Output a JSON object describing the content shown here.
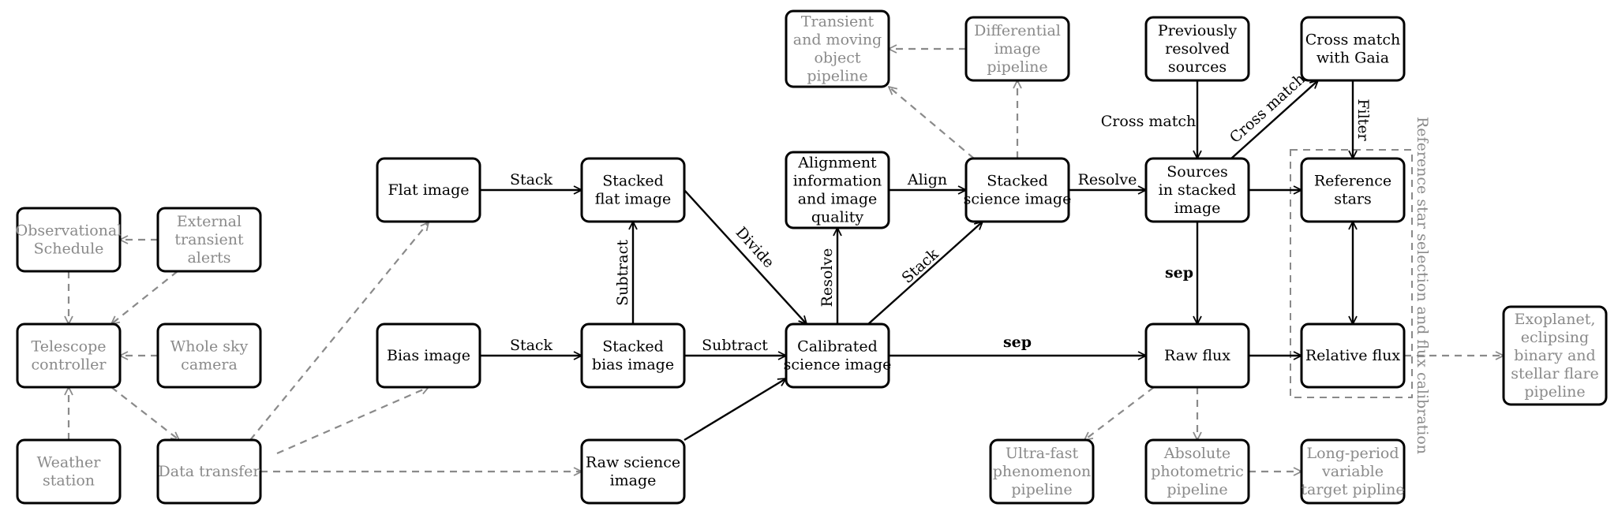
{
  "nodes": {
    "observational_schedule": {
      "lines": [
        "Observational",
        "Schedule"
      ],
      "style": "faded"
    },
    "external_transient_alerts": {
      "lines": [
        "External",
        "transient",
        "alerts"
      ],
      "style": "faded"
    },
    "telescope_controller": {
      "lines": [
        "Telescope",
        "controller"
      ],
      "style": "faded"
    },
    "whole_sky_camera": {
      "lines": [
        "Whole sky",
        "camera"
      ],
      "style": "faded"
    },
    "weather_station": {
      "lines": [
        "Weather",
        "station"
      ],
      "style": "faded"
    },
    "data_transfer": {
      "lines": [
        "Data transfer"
      ],
      "style": "faded"
    },
    "flat_image": {
      "lines": [
        "Flat image"
      ],
      "style": "solid"
    },
    "bias_image": {
      "lines": [
        "Bias image"
      ],
      "style": "solid"
    },
    "stacked_flat_image": {
      "lines": [
        "Stacked",
        "flat image"
      ],
      "style": "solid"
    },
    "stacked_bias_image": {
      "lines": [
        "Stacked",
        "bias image"
      ],
      "style": "solid"
    },
    "raw_science_image": {
      "lines": [
        "Raw science",
        "image"
      ],
      "style": "solid"
    },
    "calibrated_science_image": {
      "lines": [
        "Calibrated",
        "science image"
      ],
      "style": "solid"
    },
    "alignment_information": {
      "lines": [
        "Alignment",
        "information",
        "and image",
        "quality"
      ],
      "style": "solid"
    },
    "transient_moving_pipeline": {
      "lines": [
        "Transient",
        "and moving",
        "object",
        "pipeline"
      ],
      "style": "faded"
    },
    "differential_image_pipeline": {
      "lines": [
        "Differential",
        "image",
        "pipeline"
      ],
      "style": "faded"
    },
    "stacked_science_image": {
      "lines": [
        "Stacked",
        "science image"
      ],
      "style": "solid"
    },
    "previously_resolved_sources": {
      "lines": [
        "Previously",
        "resolved",
        "sources"
      ],
      "style": "solid"
    },
    "cross_match_gaia": {
      "lines": [
        "Cross match",
        "with Gaia"
      ],
      "style": "solid"
    },
    "sources_in_stacked_image": {
      "lines": [
        "Sources",
        "in stacked",
        "image"
      ],
      "style": "solid"
    },
    "reference_stars": {
      "lines": [
        "Reference",
        "stars"
      ],
      "style": "solid"
    },
    "raw_flux": {
      "lines": [
        "Raw flux"
      ],
      "style": "solid"
    },
    "relative_flux": {
      "lines": [
        "Relative flux"
      ],
      "style": "solid"
    },
    "ultra_fast_pipeline": {
      "lines": [
        "Ultra-fast",
        "phenomenon",
        "pipeline"
      ],
      "style": "faded"
    },
    "absolute_photometric_pipeline": {
      "lines": [
        "Absolute",
        "photometric",
        "pipeline"
      ],
      "style": "faded"
    },
    "long_period_variable_pipeline": {
      "lines": [
        "Long-period",
        "variable",
        "target pipline"
      ],
      "style": "faded"
    },
    "exoplanet_pipeline": {
      "lines": [
        "Exoplanet,",
        "eclipsing",
        "binary and",
        "stellar flare",
        "pipeline"
      ],
      "style": "faded"
    }
  },
  "edge_labels": {
    "stack_flat": "Stack",
    "stack_bias": "Stack",
    "subtract_vertical": "Subtract",
    "subtract_horizontal": "Subtract",
    "divide": "Divide",
    "resolve_vertical": "Resolve",
    "stack_diagonal": "Stack",
    "align": "Align",
    "resolve_horizontal": "Resolve",
    "cross_match_left": "Cross match",
    "cross_match_diagonal": "Cross match",
    "filter": "Filter",
    "sep_vertical": "sep",
    "sep_horizontal": "sep"
  },
  "group": {
    "label": "Reference star selection and flux calibration"
  },
  "colors": {
    "solid": "#000000",
    "faded": "#8a8a8a",
    "background": "#ffffff"
  }
}
